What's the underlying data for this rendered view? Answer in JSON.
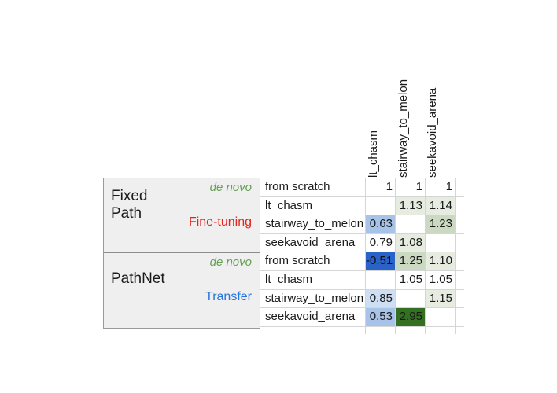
{
  "figure": {
    "type": "table",
    "column_headers": [
      "lt_chasm",
      "stairway_to_melon",
      "seekavoid_arena"
    ],
    "sections": [
      {
        "model": "Fixed\nPath",
        "model_label": "Fixed Path",
        "de_novo_label": "de novo",
        "mode_label": "Fine-tuning",
        "mode_color": "#e8231a",
        "de_novo_color": "#64a054",
        "rows": [
          {
            "label": "from scratch",
            "values": [
              "1",
              "1",
              "1"
            ]
          },
          {
            "label": "lt_chasm",
            "values": [
              "",
              "1.13",
              "1.14"
            ]
          },
          {
            "label": "stairway_to_melon",
            "values": [
              "0.63",
              "",
              "1.23"
            ]
          },
          {
            "label": "seekavoid_arena",
            "values": [
              "0.79",
              "1.08",
              ""
            ]
          }
        ]
      },
      {
        "model": "PathNet",
        "model_label": "PathNet",
        "de_novo_label": "de novo",
        "mode_label": "Transfer",
        "mode_color": "#2573dd",
        "de_novo_color": "#64a054",
        "rows": [
          {
            "label": "from scratch",
            "values": [
              "-0.51",
              "1.25",
              "1.10"
            ]
          },
          {
            "label": "lt_chasm",
            "values": [
              "",
              "1.05",
              "1.05"
            ]
          },
          {
            "label": "stairway_to_melon",
            "values": [
              "0.85",
              "",
              "1.15"
            ]
          },
          {
            "label": "seekavoid_arena",
            "values": [
              "0.53",
              "2.95",
              ""
            ]
          }
        ]
      }
    ]
  },
  "chart_data": {
    "type": "table",
    "title": "",
    "row_group_labels": [
      "Fixed Path",
      "PathNet"
    ],
    "categories": [
      "lt_chasm",
      "stairway_to_melon",
      "seekavoid_arena"
    ],
    "rows": [
      {
        "group": "Fixed Path",
        "name": "from scratch",
        "lt_chasm": 1,
        "stairway_to_melon": 1,
        "seekavoid_arena": 1
      },
      {
        "group": "Fixed Path",
        "name": "lt_chasm",
        "lt_chasm": null,
        "stairway_to_melon": 1.13,
        "seekavoid_arena": 1.14
      },
      {
        "group": "Fixed Path",
        "name": "stairway_to_melon",
        "lt_chasm": 0.63,
        "stairway_to_melon": null,
        "seekavoid_arena": 1.23
      },
      {
        "group": "Fixed Path",
        "name": "seekavoid_arena",
        "lt_chasm": 0.79,
        "stairway_to_melon": 1.08,
        "seekavoid_arena": null
      },
      {
        "group": "PathNet",
        "name": "from scratch",
        "lt_chasm": -0.51,
        "stairway_to_melon": 1.25,
        "seekavoid_arena": 1.1
      },
      {
        "group": "PathNet",
        "name": "lt_chasm",
        "lt_chasm": null,
        "stairway_to_melon": 1.05,
        "seekavoid_arena": 1.05
      },
      {
        "group": "PathNet",
        "name": "stairway_to_melon",
        "lt_chasm": 0.85,
        "stairway_to_melon": null,
        "seekavoid_arena": 1.15
      },
      {
        "group": "PathNet",
        "name": "seekavoid_arena",
        "lt_chasm": 0.53,
        "stairway_to_melon": 2.95,
        "seekavoid_arena": null
      }
    ],
    "cell_colors": {
      "blue_strong": "#2a63c8",
      "blue_mid": "#a7c3e8",
      "blue_light": "#cfdff3",
      "green_strong": "#337021",
      "green_mid": "#ccd9c2",
      "green_light": "#e6ece0",
      "none": "#ffffff"
    },
    "cell_color_map": [
      [
        "none",
        "none",
        "none"
      ],
      [
        "none",
        "green_light",
        "green_light"
      ],
      [
        "blue_mid",
        "none",
        "green_mid"
      ],
      [
        "none",
        "green_light",
        "none"
      ],
      [
        "blue_strong",
        "green_mid",
        "green_light"
      ],
      [
        "none",
        "none",
        "none"
      ],
      [
        "blue_light",
        "none",
        "green_light"
      ],
      [
        "blue_mid",
        "green_strong",
        "none"
      ]
    ]
  }
}
